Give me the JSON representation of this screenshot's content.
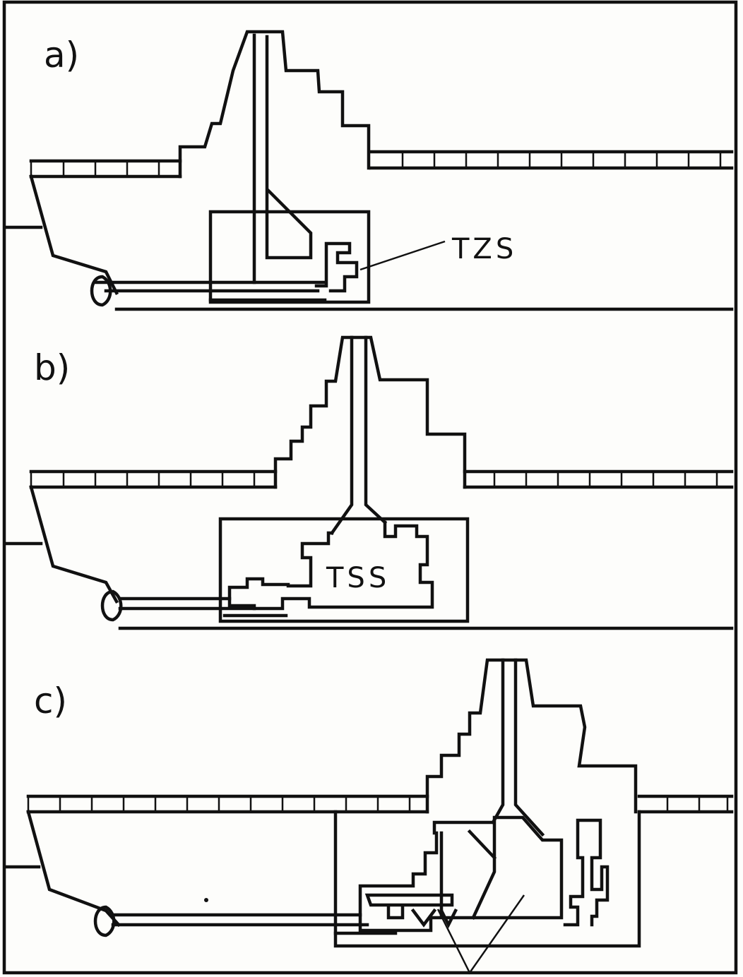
{
  "figure": {
    "panels": [
      {
        "id": "a",
        "label": "a)",
        "annotation": "TZS"
      },
      {
        "id": "b",
        "label": "b)",
        "annotation": "TSS"
      },
      {
        "id": "c",
        "label": "c)",
        "annotation": ""
      }
    ]
  }
}
